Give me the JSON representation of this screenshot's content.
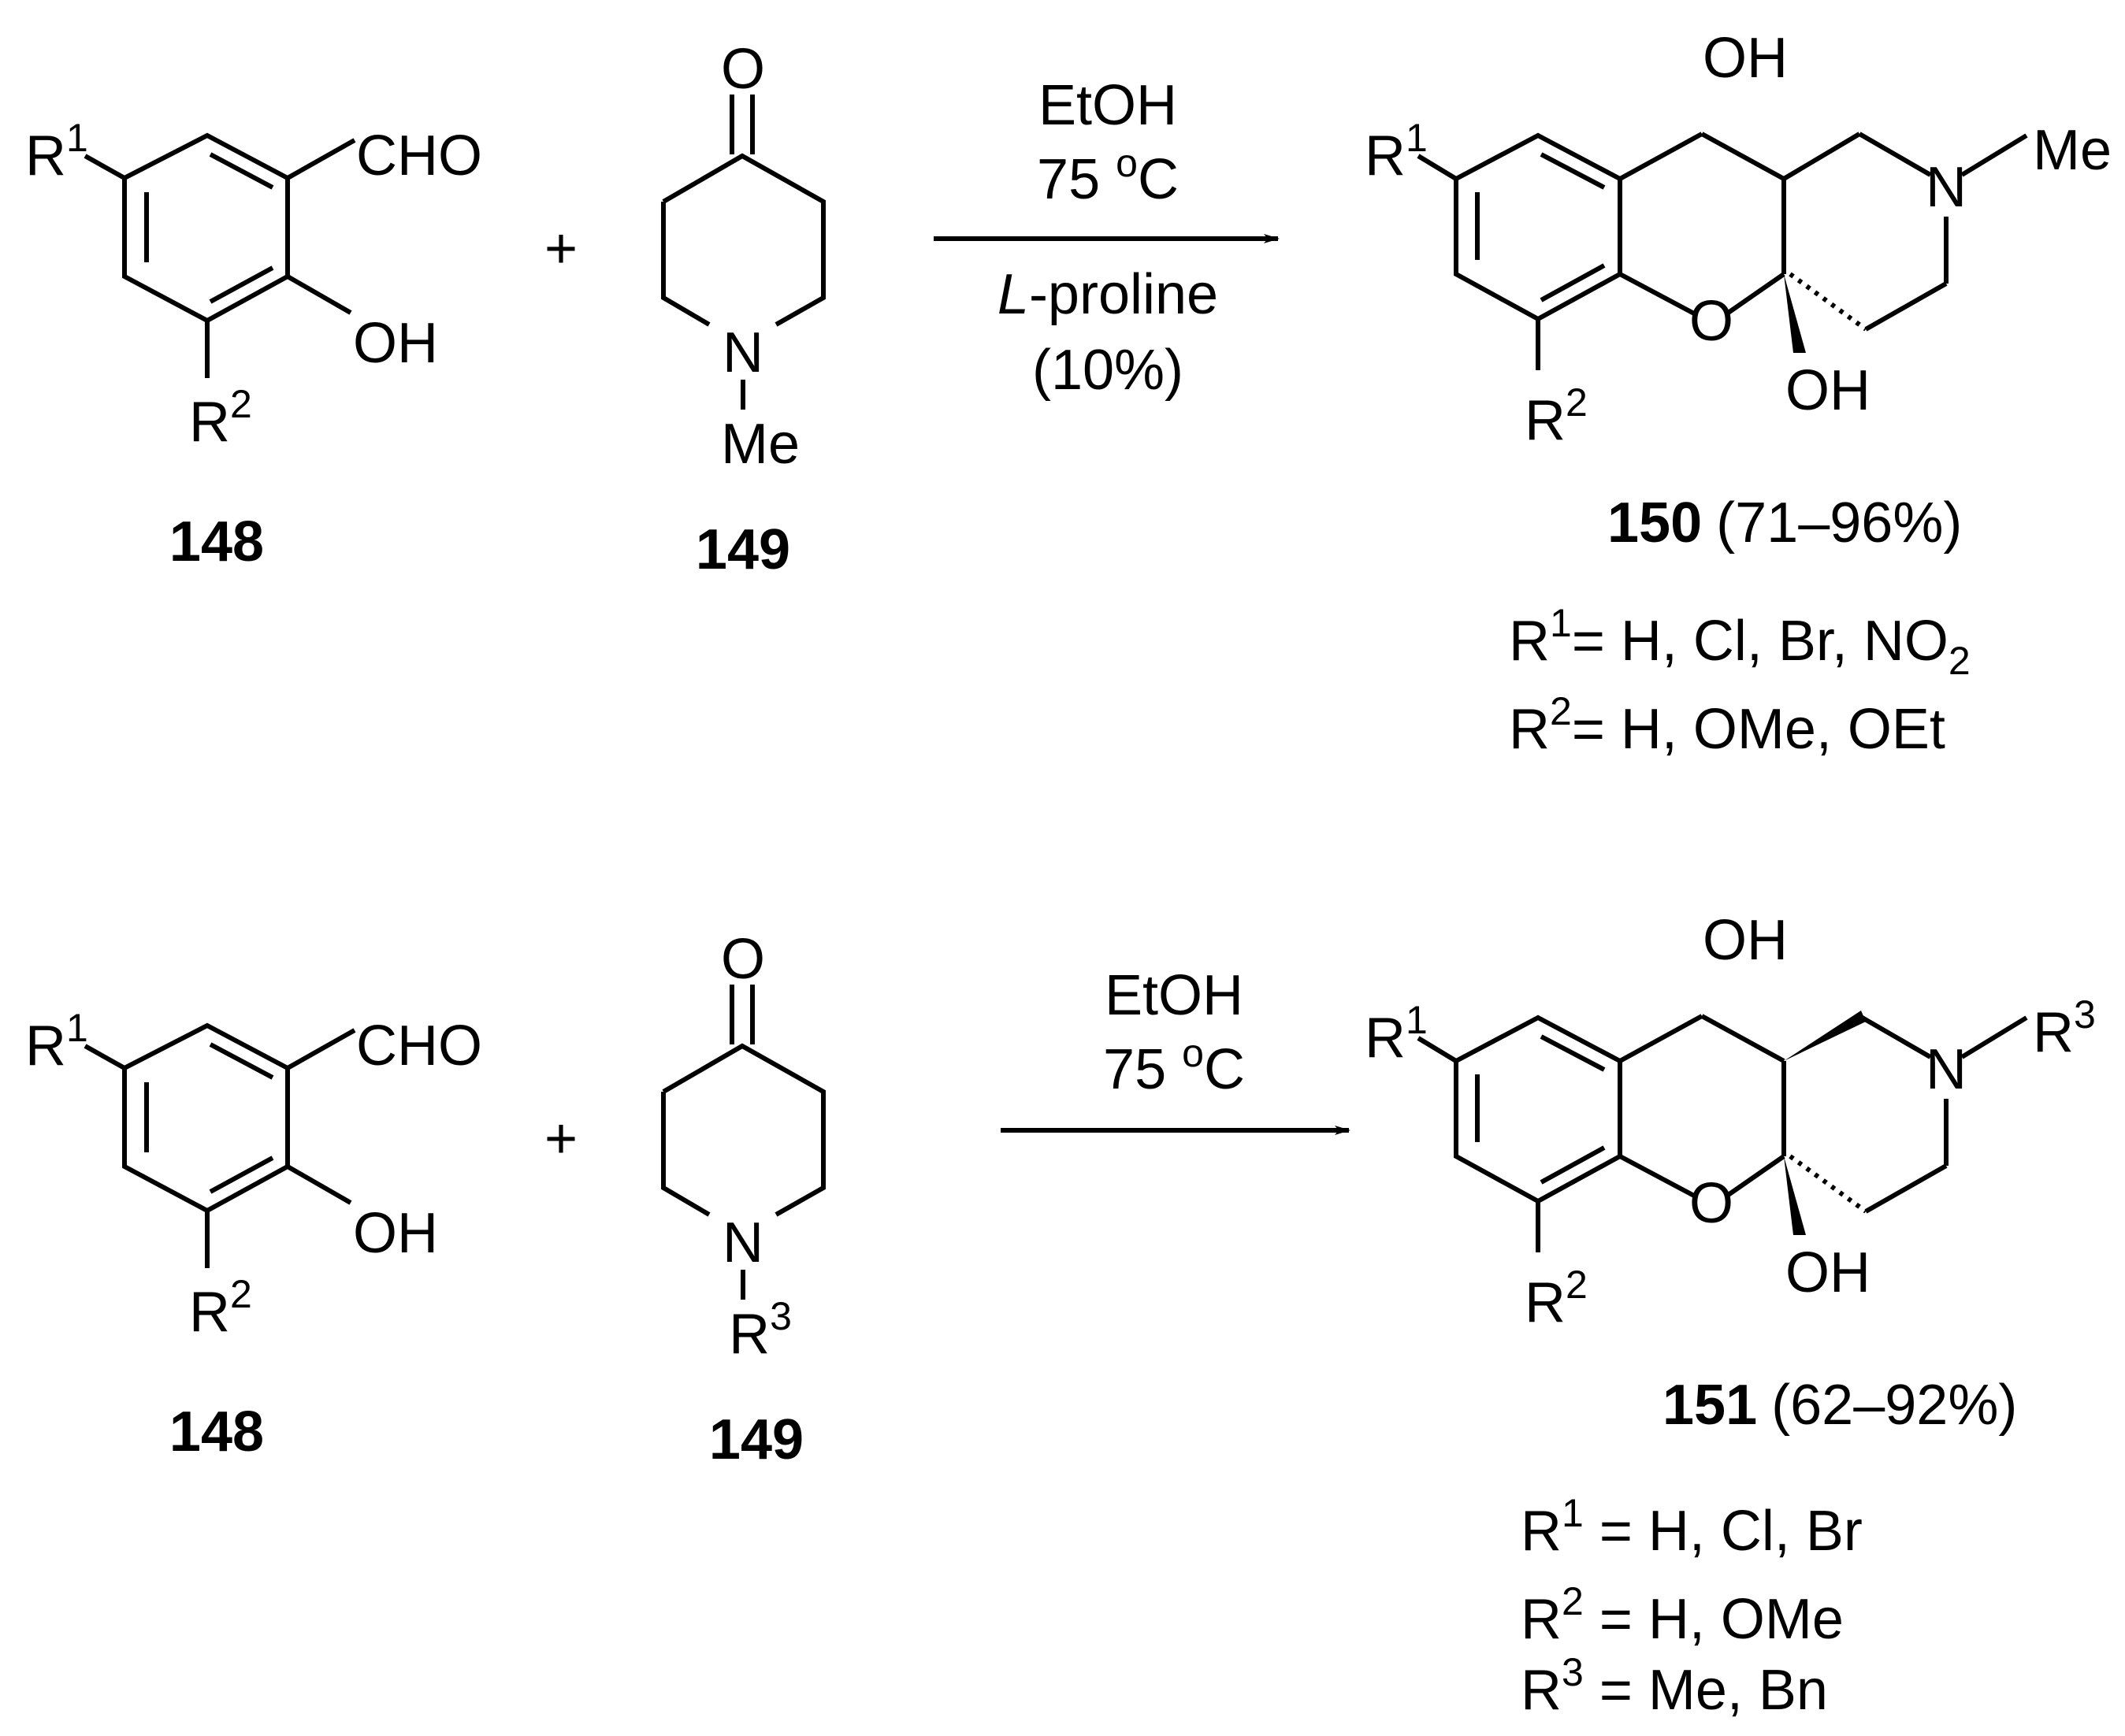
{
  "scheme": {
    "reactions": [
      {
        "reactant_a": {
          "id": "148",
          "substituents": {
            "r1": "R",
            "r1_sup": "1",
            "r2": "R",
            "r2_sup": "2",
            "cho": "CHO",
            "oh": "OH"
          }
        },
        "plus": "+",
        "reactant_b": {
          "id": "149",
          "atoms": {
            "o": "O",
            "n": "N",
            "r": "Me",
            "r_sup": ""
          }
        },
        "conditions": [
          "EtOH",
          "75 ",
          "o",
          "C",
          "L",
          "-proline",
          "(10%)"
        ],
        "product": {
          "id": "150",
          "yield": "(71–96%)",
          "atoms": {
            "oh_top": "OH",
            "oh_bottom": "OH",
            "o_ring": "O",
            "n": "N",
            "n_sub": "Me",
            "n_sub_sup": "",
            "r1": "R",
            "r1_sup": "1",
            "r2": "R",
            "r2_sup": "2"
          },
          "scope": [
            {
              "r": "R",
              "sup": "1",
              "text": "= H, Cl, Br, NO",
              "sub": "2"
            },
            {
              "r": "R",
              "sup": "2",
              "text": "= H, OMe, OEt",
              "sub": ""
            }
          ]
        }
      },
      {
        "reactant_a": {
          "id": "148",
          "substituents": {
            "r1": "R",
            "r1_sup": "1",
            "r2": "R",
            "r2_sup": "2",
            "cho": "CHO",
            "oh": "OH"
          }
        },
        "plus": "+",
        "reactant_b": {
          "id": "149",
          "atoms": {
            "o": "O",
            "n": "N",
            "r": "R",
            "r_sup": "3"
          }
        },
        "conditions": [
          "EtOH",
          "75 ",
          "o",
          "C"
        ],
        "product": {
          "id": "151",
          "yield": "(62–92%)",
          "atoms": {
            "oh_top": "OH",
            "oh_bottom": "OH",
            "o_ring": "O",
            "n": "N",
            "n_sub": "R",
            "n_sub_sup": "3",
            "r1": "R",
            "r1_sup": "1",
            "r2": "R",
            "r2_sup": "2"
          },
          "scope": [
            {
              "r": "R",
              "sup": "1",
              "text": " = H, Cl, Br",
              "sub": ""
            },
            {
              "r": "R",
              "sup": "2",
              "text": " = H, OMe",
              "sub": ""
            },
            {
              "r": "R",
              "sup": "3",
              "text": " = Me, Bn",
              "sub": ""
            }
          ]
        }
      }
    ]
  }
}
